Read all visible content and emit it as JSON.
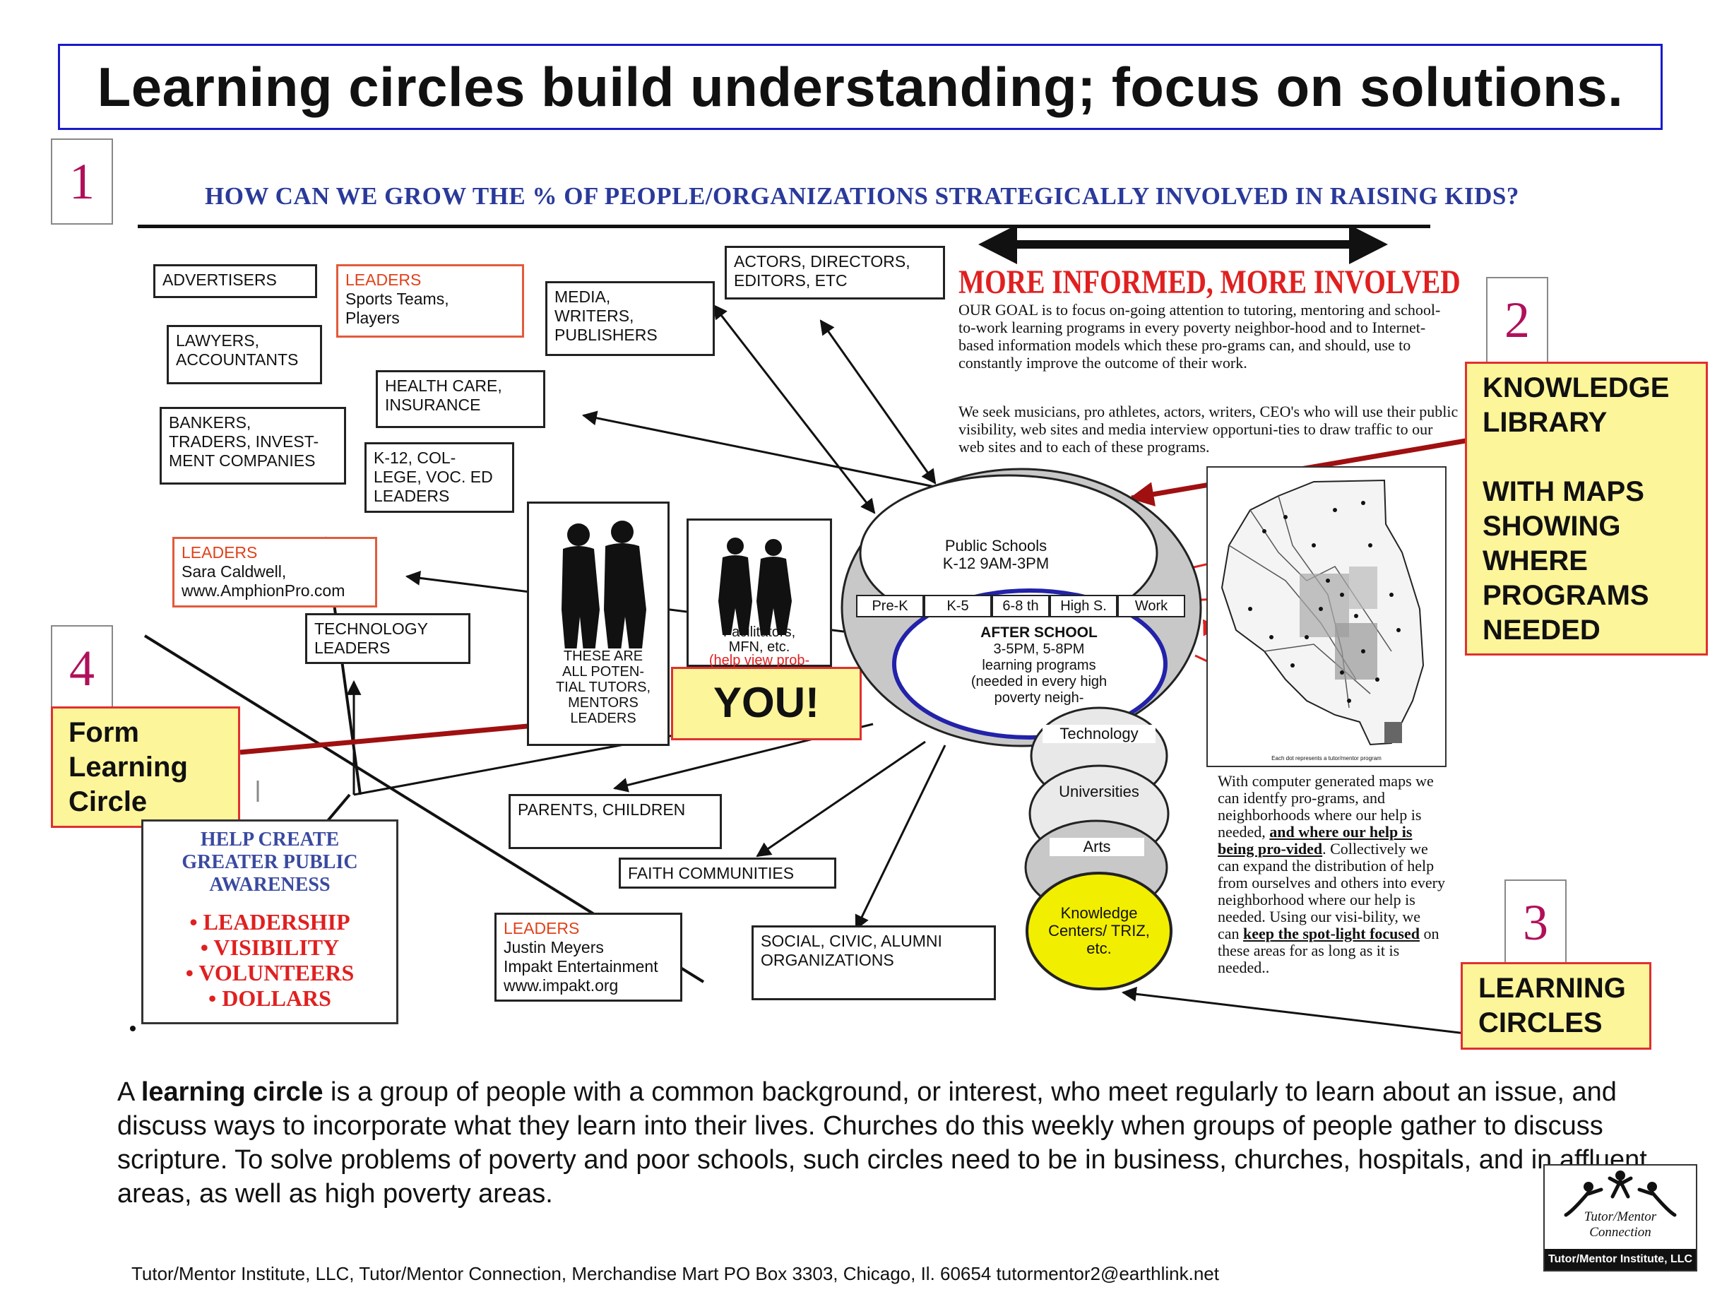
{
  "title": "Learning circles build understanding; focus on solutions.",
  "step_numbers": [
    "1",
    "2",
    "3",
    "4"
  ],
  "question": "HOW CAN WE GROW THE %  OF PEOPLE/ORGANIZATIONS STRATEGICALLY INVOLVED IN RAISING KIDS?",
  "boxes": {
    "advertisers": "ADVERTISERS",
    "lawyers": "LAWYERS,\nACCOUNTANTS",
    "bankers": "BANKERS,\nTRADERS, INVEST-\nMENT COMPANIES",
    "health": "HEALTH CARE,\nINSURANCE",
    "k12": "K-12, COL-\nLEGE, VOC. ED\nLEADERS",
    "media": "MEDIA,\nWRITERS,\nPUBLISHERS",
    "actors": "ACTORS, DIRECTORS,\nEDITORS, ETC",
    "technology": "TECHNOLOGY\nLEADERS",
    "parents": "PARENTS, CHILDREN",
    "faith": "FAITH COMMUNITIES",
    "social": "SOCIAL, CIVIC, ALUMNI\nORGANIZATIONS"
  },
  "leaders_sports": {
    "head": "LEADERS",
    "text": "Sports Teams,\nPlayers"
  },
  "leaders_sara": {
    "head": "LEADERS",
    "text": "Sara Caldwell,\nwww.AmphionPro.com"
  },
  "leaders_justin": {
    "head": "LEADERS",
    "text": "Justin Meyers\nImpakt Entertainment\nwww.impakt.org"
  },
  "tutors_caption": "THESE ARE\nALL POTEN-\nTIAL TUTORS,\nMENTORS\nLEADERS",
  "facilitators_caption": "Facilitators,\nMFN, etc.",
  "facilitators_link": "(help view prob-",
  "headline": "MORE INFORMED, MORE INVOLVED",
  "goal_lead": "OUR GOAL",
  "goal_text": " is to focus on-going attention to tutoring, mentoring and school-to-work learning programs in every poverty neighbor-hood  and to Internet- based information models which these pro-grams can, and should, use to constantly improve the outcome of their work.",
  "seek_text": "We seek musicians, pro athletes, actors, writers, CEO's who will use their public visibility, web sites and media interview opportuni-ties to draw traffic to our web sites and to each of these programs.",
  "ring": {
    "public_schools": "Public Schools\nK-12  9AM-3PM",
    "grades": [
      "Pre-K",
      "K-5",
      "6-8 th",
      "High S.",
      "Work"
    ],
    "after_school_head": "AFTER SCHOOL",
    "after_school_text": "3-5PM, 5-8PM\nlearning programs\n(needed in every high\npoverty neigh-"
  },
  "circles": [
    "Technology",
    "Universities",
    "Arts",
    "Knowledge\nCenters/ TRIZ,\netc."
  ],
  "map_caption": "Each dot represents a tutor/mentor program",
  "maps_text_1": "With computer generated maps we can identfy pro-grams, and neighborhoods where our help is needed, ",
  "maps_text_u1": "and where our help is being pro-vided",
  "maps_text_2": ".  Collectively we can expand the distribution of help from ourselves and others into every neighborhood where our help is needed. Using our visi-bility, we can ",
  "maps_text_u2": "keep the spot-light focused",
  "maps_text_3": " on these areas for as long as it is needed..",
  "callouts": {
    "knowledge": "KNOWLEDGE\nLIBRARY\n\nWITH MAPS\nSHOWING\nWHERE\nPROGRAMS\nNEEDED",
    "learning": "LEARNING\nCIRCLES",
    "form": "Form\nLearning\nCircle",
    "you": "YOU!"
  },
  "awareness": {
    "head": "HELP CREATE\nGREATER PUBLIC\nAWARENESS",
    "items": [
      "• LEADERSHIP",
      "• VISIBILITY",
      "• VOLUNTEERS",
      "• DOLLARS"
    ]
  },
  "bottom": {
    "lead": "A ",
    "term": "learning circle",
    "rest": " is a group of people with a common background, or interest, who meet regularly to learn about an issue, and discuss ways to incorporate what they learn into their lives.  Churches do this weekly when groups of people gather to discuss scripture. To solve problems of poverty and poor schools, such circles need to be in business, churches, hospitals, and in affluent areas, as well as high poverty areas."
  },
  "footer": "Tutor/Mentor Institute, LLC, Tutor/Mentor Connection, Merchandise Mart PO Box 3303, Chicago, Il. 60654  tutormentor2@earthlink.net",
  "logo": {
    "name": "Tutor/Mentor\nConnection",
    "bar": "Tutor/Mentor Institute, LLC"
  },
  "colors": {
    "title_border": "#1a1acc",
    "question": "#2a3a9a",
    "headline": "#e02020",
    "callout_fill": "#fdf59a",
    "callout_border": "#e03030",
    "arrow_red": "#a01010",
    "number": "#b0105a"
  }
}
